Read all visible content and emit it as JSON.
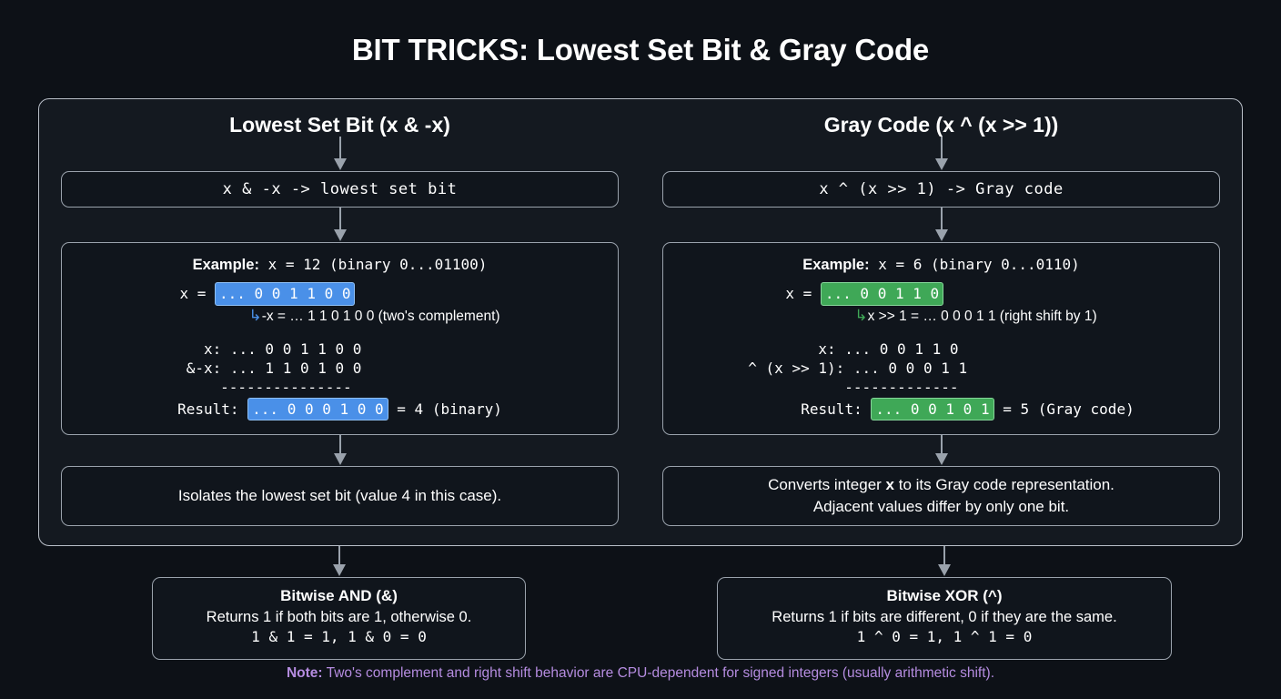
{
  "title": "BIT TRICKS: Lowest Set Bit & Gray Code",
  "colors": {
    "background": "#0d1117",
    "panel": "#141920",
    "border": "#9aa2ac",
    "accent_blue": "#4a90e8",
    "accent_green": "#3fa857",
    "note_purple": "#b58ce0",
    "text": "#ffffff"
  },
  "columns": [
    {
      "heading": "Lowest Set Bit (x & -x)",
      "formula": "x & -x -> lowest set bit",
      "example": {
        "label": "Example:",
        "statement": " x = 12 (binary 0...01100)",
        "value_prefix": "x = ",
        "value_bits": "... 0 0 1 1 0 0",
        "derived_arrow": "↳",
        "derived_text": "-x = … 1 1 0 1 0 0 (two's complement)",
        "calc_rows": [
          {
            "label": "   x: ",
            "bits": "... 0 0 1 1 0 0"
          },
          {
            "label": " &-x: ",
            "bits": "... 1 1 0 1 0 0"
          }
        ],
        "divider": "---------------",
        "result_label": "Result: ",
        "result_bits": "... 0 0 0 1 0 0",
        "result_suffix": " = 4 (binary)"
      },
      "description_lines": [
        "Isolates the lowest set bit (value 4 in this case)."
      ],
      "legend": {
        "title": "Bitwise AND (&)",
        "desc": "Returns 1 if both bits are 1, otherwise 0.",
        "expr": "1 & 1 = 1, 1 & 0 = 0"
      }
    },
    {
      "heading": "Gray Code (x ^ (x >> 1))",
      "formula": "x ^ (x >> 1) -> Gray code",
      "example": {
        "label": "Example:",
        "statement": " x = 6 (binary 0...0110)",
        "value_prefix": "x = ",
        "value_bits": "... 0 0 1 1 0",
        "derived_arrow": "↳",
        "derived_text": "x >> 1 = … 0 0 0 1 1 (right shift by 1)",
        "calc_rows": [
          {
            "label": "        x: ",
            "bits": "... 0 0 1 1 0"
          },
          {
            "label": "^ (x >> 1): ",
            "bits": "... 0 0 0 1 1"
          }
        ],
        "divider": "-------------",
        "result_label": "Result: ",
        "result_bits": "... 0 0 1 0 1",
        "result_suffix": " = 5 (Gray code)"
      },
      "description_lines": [
        "Converts integer x to its Gray code representation.",
        "Adjacent values differ by only one bit."
      ],
      "legend": {
        "title": "Bitwise XOR (^)",
        "desc": "Returns 1 if bits are different, 0 if they are the same.",
        "expr": "1 ^ 0 = 1, 1 ^ 1 = 0"
      }
    }
  ],
  "note": {
    "label": "Note:",
    "text": " Two's complement and right shift behavior are CPU-dependent for signed integers (usually arithmetic shift)."
  }
}
